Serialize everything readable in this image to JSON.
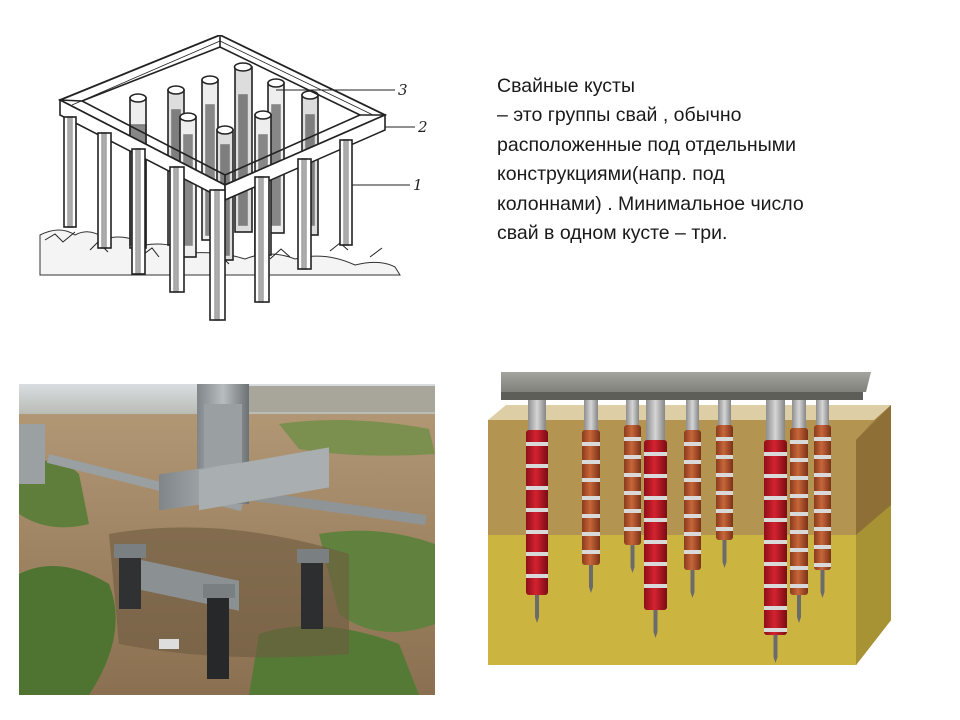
{
  "slide": {
    "title": "Свайные кусты",
    "body": "– это группы свай , обычно\nрасположенные под отдельными\nконструкциями(напр. под\nколоннами) . Минимальное число\nсвай в одном кусте – три."
  },
  "drawing": {
    "callouts": [
      "3",
      "2",
      "1"
    ]
  },
  "colors": {
    "pile_red": "#c01822",
    "pile_orange": "#b8552c",
    "pile_band": "#d9d9d9",
    "soil_upper": "#9a7a3a",
    "soil_lower": "#c8b23c",
    "cap": "#8a8a86"
  }
}
